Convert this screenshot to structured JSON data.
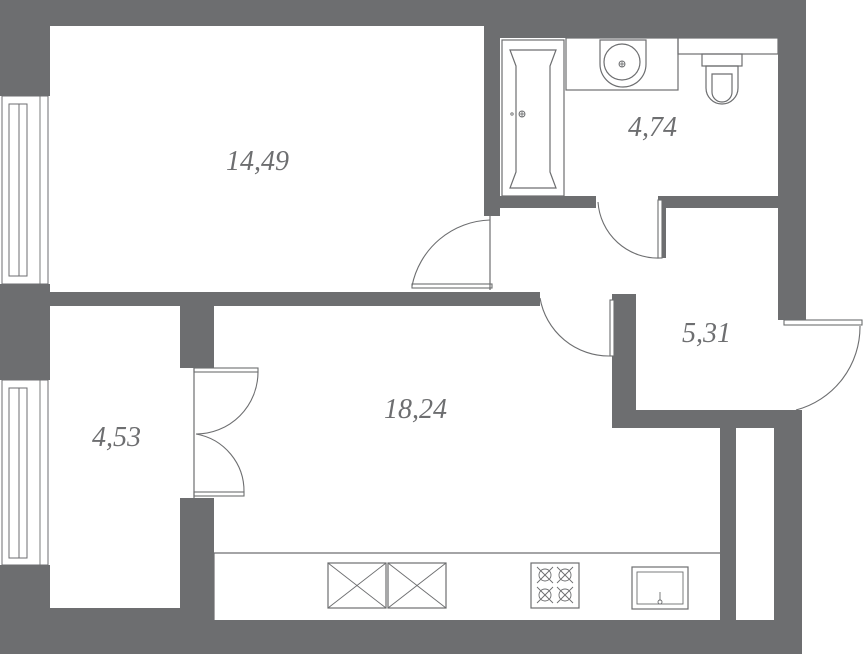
{
  "rooms": [
    {
      "id": "living-room",
      "area": "14,49"
    },
    {
      "id": "bathroom",
      "area": "4,74"
    },
    {
      "id": "hallway",
      "area": "5,31"
    },
    {
      "id": "kitchen-living",
      "area": "18,24"
    },
    {
      "id": "balcony",
      "area": "4,53"
    }
  ],
  "colors": {
    "wall": "#6d6e70",
    "background": "#ffffff"
  }
}
